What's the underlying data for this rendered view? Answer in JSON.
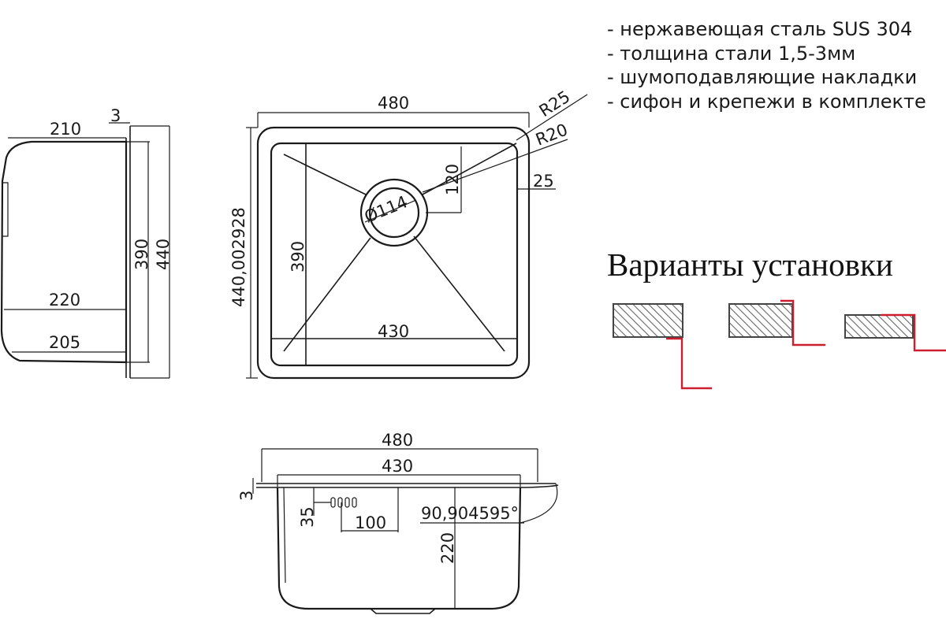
{
  "features": [
    "- нержавеющая сталь SUS 304",
    "- толщина стали 1,5-3мм",
    "- шумоподавляющие накладки",
    "- сифон и крепежи в комплекте"
  ],
  "installation": {
    "title": "Варианты установки",
    "variants": [
      "top-mount",
      "flush-mount",
      "under-mount"
    ]
  },
  "side_view": {
    "top_width": "210",
    "rim": "3",
    "inner_height": "390",
    "outer_height": "440",
    "mid_width": "220",
    "bottom_width": "205"
  },
  "top_view": {
    "outer_width": "480",
    "corner_radius_outer": "R25",
    "corner_radius_inner": "R20",
    "drain_offset": "120",
    "rim_width": "25",
    "drain_diameter": "Ø114",
    "outer_height": "440,002928",
    "inner_height": "390",
    "inner_width": "430"
  },
  "front_view": {
    "outer_width": "480",
    "inner_width": "430",
    "rim": "3",
    "overflow_height": "35",
    "overflow_width": "100",
    "wall_angle": "90,904595°",
    "depth": "220"
  },
  "colors": {
    "line": "#1a1a1a",
    "install_marker": "#cc1f2d",
    "hatch": "#666666"
  }
}
